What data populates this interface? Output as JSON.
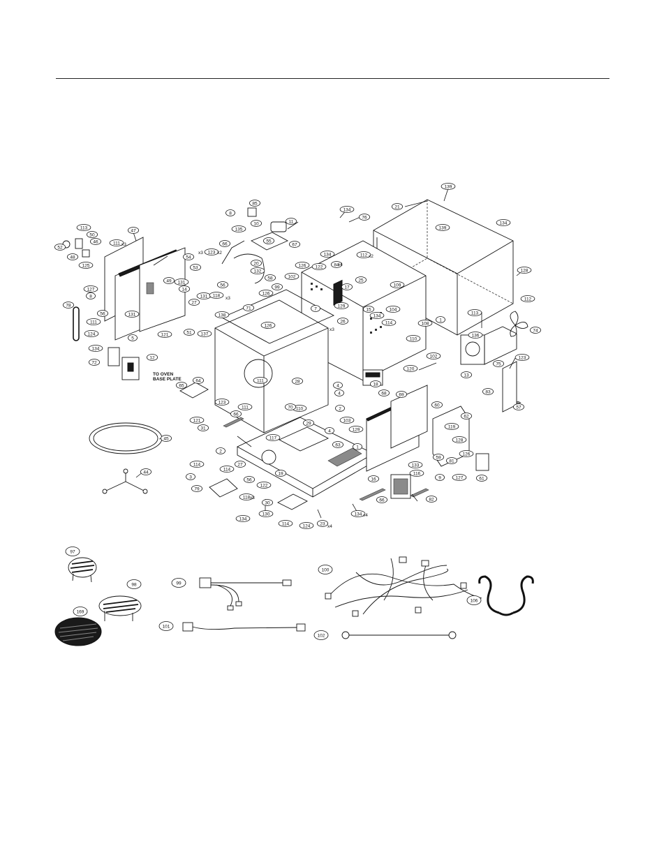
{
  "diagram": {
    "note_line1": "TO OVEN",
    "note_line2": "BASE PLATE",
    "callouts": [
      {
        "id": "c1",
        "label": "139"
      },
      {
        "id": "c2",
        "label": "21"
      },
      {
        "id": "c3",
        "label": "134"
      },
      {
        "id": "c4",
        "label": "76"
      },
      {
        "id": "c5",
        "label": "85"
      },
      {
        "id": "c6",
        "label": "8"
      },
      {
        "id": "c7",
        "label": "10"
      },
      {
        "id": "c8",
        "label": "11"
      },
      {
        "id": "c9",
        "label": "113"
      },
      {
        "id": "c10",
        "label": "50"
      },
      {
        "id": "c11",
        "label": "47"
      },
      {
        "id": "c12",
        "label": "52"
      },
      {
        "id": "c13",
        "label": "46"
      },
      {
        "id": "c14",
        "label": "111"
      },
      {
        "id": "c15",
        "label": "48"
      },
      {
        "id": "c16",
        "label": "125"
      },
      {
        "id": "c17",
        "label": "135"
      },
      {
        "id": "c18",
        "label": "66"
      },
      {
        "id": "c19",
        "label": "55"
      },
      {
        "id": "c20",
        "label": "67"
      },
      {
        "id": "c21",
        "label": "123"
      },
      {
        "id": "c22",
        "label": "54"
      },
      {
        "id": "c23",
        "label": "20"
      },
      {
        "id": "c24",
        "label": "53"
      },
      {
        "id": "c25",
        "label": "132"
      },
      {
        "id": "c26",
        "label": "58"
      },
      {
        "id": "c27",
        "label": "56"
      },
      {
        "id": "c28",
        "label": "134"
      },
      {
        "id": "c29",
        "label": "112"
      },
      {
        "id": "c30",
        "label": "139"
      },
      {
        "id": "c31",
        "label": "134"
      },
      {
        "id": "c32",
        "label": "128"
      },
      {
        "id": "c33",
        "label": "127"
      },
      {
        "id": "c34",
        "label": "8"
      },
      {
        "id": "c35",
        "label": "49"
      },
      {
        "id": "c36",
        "label": "131"
      },
      {
        "id": "c37",
        "label": "14"
      },
      {
        "id": "c38",
        "label": "131"
      },
      {
        "id": "c39",
        "label": "118"
      },
      {
        "id": "c40",
        "label": "99"
      },
      {
        "id": "c41",
        "label": "126"
      },
      {
        "id": "c42",
        "label": "102"
      },
      {
        "id": "c43",
        "label": "122"
      },
      {
        "id": "c44",
        "label": "84"
      },
      {
        "id": "c45",
        "label": "126"
      },
      {
        "id": "c46",
        "label": "25"
      },
      {
        "id": "c47",
        "label": "17"
      },
      {
        "id": "c48",
        "label": "109"
      },
      {
        "id": "c49",
        "label": "112"
      },
      {
        "id": "c50",
        "label": "78"
      },
      {
        "id": "c51",
        "label": "56"
      },
      {
        "id": "c52",
        "label": "131"
      },
      {
        "id": "c53",
        "label": "27"
      },
      {
        "id": "c54",
        "label": "138"
      },
      {
        "id": "c55",
        "label": "71"
      },
      {
        "id": "c56",
        "label": "7"
      },
      {
        "id": "c57",
        "label": "129"
      },
      {
        "id": "c58",
        "label": "104"
      },
      {
        "id": "c59",
        "label": "111"
      },
      {
        "id": "c60",
        "label": "124"
      },
      {
        "id": "c61",
        "label": "5"
      },
      {
        "id": "c62",
        "label": "51"
      },
      {
        "id": "c63",
        "label": "137"
      },
      {
        "id": "c64",
        "label": "121"
      },
      {
        "id": "c65",
        "label": "126"
      },
      {
        "id": "c66",
        "label": "26"
      },
      {
        "id": "c67",
        "label": "15"
      },
      {
        "id": "c68",
        "label": "134"
      },
      {
        "id": "c69",
        "label": "114"
      },
      {
        "id": "c70",
        "label": "108"
      },
      {
        "id": "c71",
        "label": "1"
      },
      {
        "id": "c72",
        "label": "113"
      },
      {
        "id": "c73",
        "label": "74"
      },
      {
        "id": "c74",
        "label": "136"
      },
      {
        "id": "c75",
        "label": "134"
      },
      {
        "id": "c76",
        "label": "72"
      },
      {
        "id": "c77",
        "label": "12"
      },
      {
        "id": "c78",
        "label": "110"
      },
      {
        "id": "c79",
        "label": "102"
      },
      {
        "id": "c80",
        "label": "75"
      },
      {
        "id": "c81",
        "label": "123"
      },
      {
        "id": "c82",
        "label": "120"
      },
      {
        "id": "c83",
        "label": "13"
      },
      {
        "id": "c84",
        "label": "111"
      },
      {
        "id": "c85",
        "label": "28"
      },
      {
        "id": "c86",
        "label": "18"
      },
      {
        "id": "c87",
        "label": "64"
      },
      {
        "id": "c88",
        "label": "4"
      },
      {
        "id": "c89",
        "label": "65"
      },
      {
        "id": "c90",
        "label": "4"
      },
      {
        "id": "c91",
        "label": "83"
      },
      {
        "id": "c92",
        "label": "123"
      },
      {
        "id": "c93",
        "label": "110"
      },
      {
        "id": "c94",
        "label": "2"
      },
      {
        "id": "c95",
        "label": "68"
      },
      {
        "id": "c96",
        "label": "69"
      },
      {
        "id": "c97",
        "label": "57"
      },
      {
        "id": "c98",
        "label": "111"
      },
      {
        "id": "c99",
        "label": "121"
      },
      {
        "id": "c100",
        "label": "66"
      },
      {
        "id": "c101",
        "label": "70"
      },
      {
        "id": "c102",
        "label": "29"
      },
      {
        "id": "c103",
        "label": "4"
      },
      {
        "id": "c104",
        "label": "60"
      },
      {
        "id": "c105",
        "label": "31"
      },
      {
        "id": "c106",
        "label": "103"
      },
      {
        "id": "c107",
        "label": "45"
      },
      {
        "id": "c108",
        "label": "62"
      },
      {
        "id": "c109",
        "label": "129"
      },
      {
        "id": "c110",
        "label": "119"
      },
      {
        "id": "c111",
        "label": "117"
      },
      {
        "id": "c112",
        "label": "63"
      },
      {
        "id": "c113",
        "label": "128"
      },
      {
        "id": "c114",
        "label": "1"
      },
      {
        "id": "c115",
        "label": "2"
      },
      {
        "id": "c116",
        "label": "59"
      },
      {
        "id": "c117",
        "label": "126"
      },
      {
        "id": "c118",
        "label": "114"
      },
      {
        "id": "c119",
        "label": "27"
      },
      {
        "id": "c120",
        "label": "114"
      },
      {
        "id": "c121",
        "label": "133"
      },
      {
        "id": "c122",
        "label": "81"
      },
      {
        "id": "c123",
        "label": "44"
      },
      {
        "id": "c124",
        "label": "19"
      },
      {
        "id": "c125",
        "label": "116"
      },
      {
        "id": "c126",
        "label": "3"
      },
      {
        "id": "c127",
        "label": "9"
      },
      {
        "id": "c128",
        "label": "61"
      },
      {
        "id": "c129",
        "label": "127"
      },
      {
        "id": "c130",
        "label": "79"
      },
      {
        "id": "c131",
        "label": "122"
      },
      {
        "id": "c132",
        "label": "16"
      },
      {
        "id": "c133",
        "label": "56"
      },
      {
        "id": "c134",
        "label": "118"
      },
      {
        "id": "c135",
        "label": "30"
      },
      {
        "id": "c136",
        "label": "82"
      },
      {
        "id": "c137",
        "label": "66"
      },
      {
        "id": "c138",
        "label": "130"
      },
      {
        "id": "c139",
        "label": "134"
      },
      {
        "id": "c140",
        "label": "114"
      },
      {
        "id": "c141",
        "label": "124"
      },
      {
        "id": "c142",
        "label": "23"
      },
      {
        "id": "c143",
        "label": "134"
      }
    ],
    "multipliers": [
      {
        "id": "m1",
        "text": "x3"
      },
      {
        "id": "m2",
        "text": "x2"
      },
      {
        "id": "m3",
        "text": "x4"
      },
      {
        "id": "m4",
        "text": "x3"
      },
      {
        "id": "m5",
        "text": "x2"
      },
      {
        "id": "m6",
        "text": "x3"
      },
      {
        "id": "m7",
        "text": "x3"
      },
      {
        "id": "m8",
        "text": "x4"
      },
      {
        "id": "m9",
        "text": "x4"
      },
      {
        "id": "m10",
        "text": "x3"
      }
    ],
    "accessories": [
      {
        "id": "a97",
        "label": "97"
      },
      {
        "id": "a98",
        "label": "98"
      },
      {
        "id": "a169",
        "label": "169"
      },
      {
        "id": "a99",
        "label": "99"
      },
      {
        "id": "a100",
        "label": "100"
      },
      {
        "id": "a101",
        "label": "101"
      },
      {
        "id": "a102",
        "label": "102"
      },
      {
        "id": "a106",
        "label": "106"
      }
    ]
  }
}
